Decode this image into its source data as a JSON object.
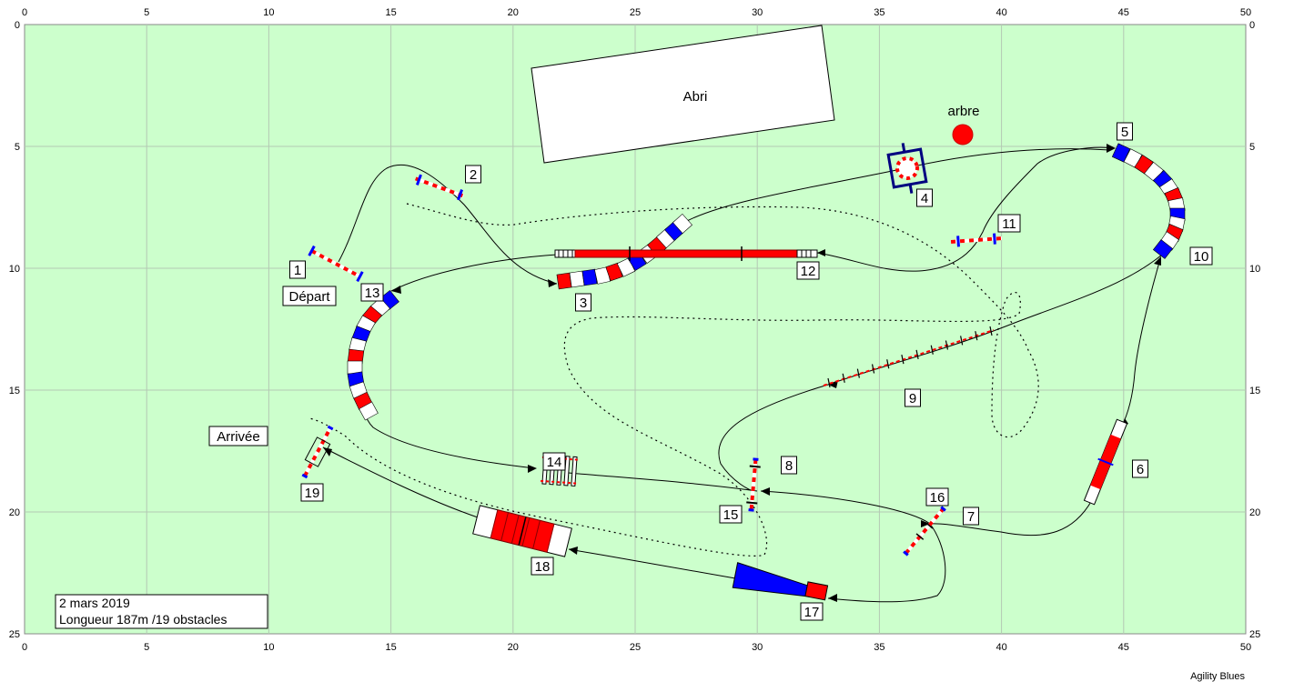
{
  "field": {
    "x_ticks": [
      "0",
      "5",
      "10",
      "15",
      "20",
      "25",
      "30",
      "35",
      "40",
      "45",
      "50"
    ],
    "y_ticks": [
      "0",
      "5",
      "10",
      "15",
      "20",
      "25"
    ],
    "background": "#ccffcc",
    "grid_color": "#b4c8b4"
  },
  "labels": {
    "shelter": "Abri",
    "tree": "arbre",
    "start": "Départ",
    "finish": "Arrivée"
  },
  "obstacles": [
    {
      "n": "1",
      "kind": "jump"
    },
    {
      "n": "2",
      "kind": "jump"
    },
    {
      "n": "3",
      "kind": "tunnel"
    },
    {
      "n": "4",
      "kind": "tire"
    },
    {
      "n": "5",
      "kind": "tunnel"
    },
    {
      "n": "6",
      "kind": "seesaw"
    },
    {
      "n": "7",
      "kind": "jump"
    },
    {
      "n": "8",
      "kind": "jump"
    },
    {
      "n": "9",
      "kind": "weave poles"
    },
    {
      "n": "10",
      "kind": "tunnel"
    },
    {
      "n": "11",
      "kind": "jump"
    },
    {
      "n": "12",
      "kind": "dog walk"
    },
    {
      "n": "13",
      "kind": "tunnel"
    },
    {
      "n": "14",
      "kind": "long jump"
    },
    {
      "n": "15",
      "kind": "jump"
    },
    {
      "n": "16",
      "kind": "jump"
    },
    {
      "n": "17",
      "kind": "chute"
    },
    {
      "n": "18",
      "kind": "A-frame"
    },
    {
      "n": "19",
      "kind": "jump"
    }
  ],
  "info": {
    "date": "2 mars 2019",
    "length": "Longueur 187m /19 obstacles"
  },
  "brand": "Agility Blues",
  "colors": {
    "red": "#ff0000",
    "blue": "#0000ff",
    "white": "#ffffff",
    "path": "#000000"
  }
}
